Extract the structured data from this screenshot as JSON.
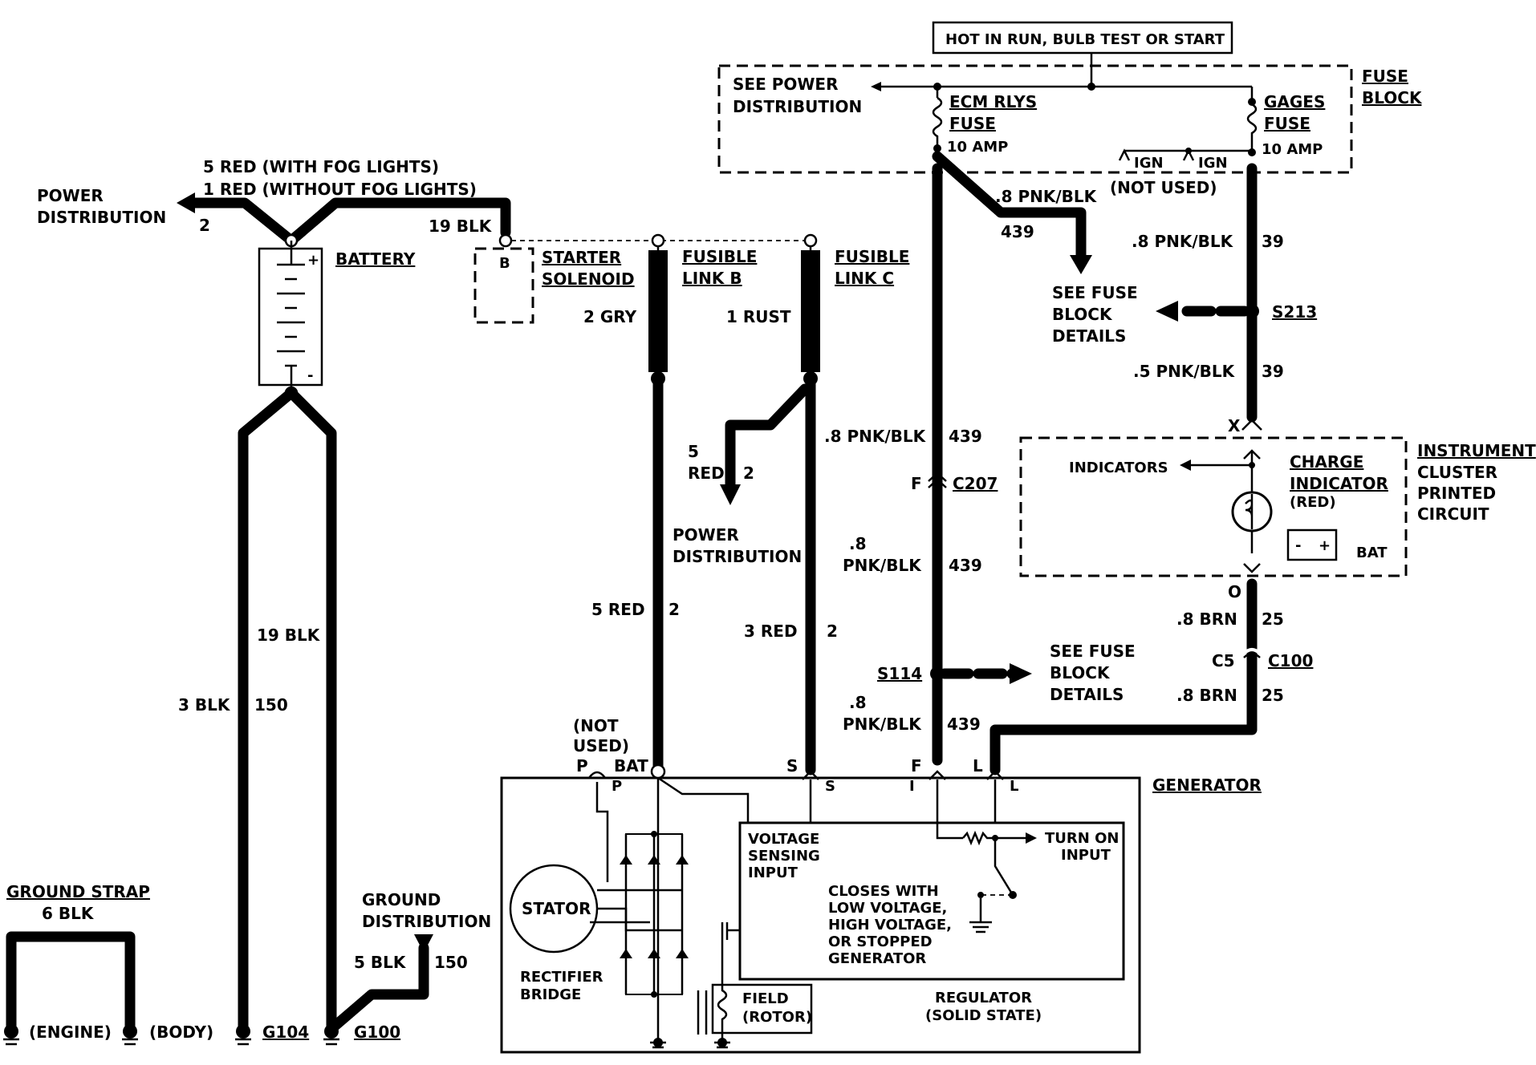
{
  "labels": {
    "hot_in_run": "HOT IN RUN, BULB TEST OR START",
    "see_power_1": "SEE POWER",
    "see_power_2": "DISTRIBUTION",
    "ecm_1": "ECM RLYS",
    "ecm_2": "FUSE",
    "ecm_amp": "10 AMP",
    "gages_1": "GAGES",
    "gages_2": "FUSE",
    "gages_amp": "10 AMP",
    "ign_1": "IGN",
    "ign_2": "IGN",
    "not_used_fuse": "(NOT USED)",
    "fuse_block_1": "FUSE",
    "fuse_block_2": "BLOCK",
    "w_5red_fog": "5 RED  (WITH FOG LIGHTS)",
    "w_1red_nofog": "1 RED  (WITHOUT FOG LIGHTS)",
    "power_dist_left_1": "POWER",
    "power_dist_left_2": "DISTRIBUTION",
    "circuit_2_left": "2",
    "w_19blk_top": "19 BLK",
    "battery": "BATTERY",
    "starter_b": "B",
    "starter_1": "STARTER",
    "starter_2": "SOLENOID",
    "fusible_b_1": "FUSIBLE",
    "fusible_b_2": "LINK B",
    "fusible_c_1": "FUSIBLE",
    "fusible_c_2": "LINK C",
    "w_2gry": "2 GRY",
    "w_1rust": "1 RUST",
    "w_pnk_439_top": ".8 PNK/BLK",
    "c439_top": "439",
    "w_pnk_39_top": ".8 PNK/BLK",
    "c39_top": "39",
    "see_fuse_top_1": "SEE FUSE",
    "see_fuse_top_2": "BLOCK",
    "see_fuse_top_3": "DETAILS",
    "s213": "S213",
    "w_5pnk_39": ".5 PNK/BLK",
    "c39_mid": "39",
    "x_pin": "X",
    "indicators": "INDICATORS",
    "charge_1": "CHARGE",
    "charge_2": "INDICATOR",
    "charge_3": "(RED)",
    "bat_small": "BAT",
    "ic_1": "INSTRUMENT",
    "ic_2": "CLUSTER",
    "ic_3": "PRINTED",
    "ic_4": "CIRCUIT",
    "o_pin": "O",
    "w_8brn_a": ".8 BRN",
    "c25_a": "25",
    "c5": "C5",
    "c100_conn": "C100",
    "w_8brn_b": ".8 BRN",
    "c25_b": "25",
    "w_pnk_c": ".8 PNK/BLK",
    "c439_c": "439",
    "f_c207": "F",
    "c207": "C207",
    "w8_a": ".8",
    "w_pnk_d": "PNK/BLK",
    "c439_d": "439",
    "s114": "S114",
    "see_fuse_bot_1": "SEE FUSE",
    "see_fuse_bot_2": "BLOCK",
    "see_fuse_bot_3": "DETAILS",
    "w8_b": ".8",
    "w_pnk_e": "PNK/BLK",
    "c439_e": "439",
    "red5_1": "5",
    "red5_2": "RED",
    "red5_c": "2",
    "power_dist_mid_1": "POWER",
    "power_dist_mid_2": "DISTRIBUTION",
    "w_5red": "5 RED",
    "c2_a": "2",
    "w_3red": "3 RED",
    "c2_b": "2",
    "w_19blk": "19 BLK",
    "w_3blk": "3 BLK",
    "c150": "150",
    "not_used_p_1": "(NOT",
    "not_used_p_2": "USED)",
    "pin_p": "P",
    "pin_bat": "BAT",
    "pin_s": "S",
    "pin_f": "F",
    "pin_l": "L",
    "in_p": "P",
    "in_s": "S",
    "in_i": "I",
    "in_l": "L",
    "generator": "GENERATOR",
    "vs_1": "VOLTAGE",
    "vs_2": "SENSING",
    "vs_3": "INPUT",
    "turn_on_1": "TURN ON",
    "turn_on_2": "INPUT",
    "closes_1": "CLOSES WITH",
    "closes_2": "LOW VOLTAGE,",
    "closes_3": "HIGH VOLTAGE,",
    "closes_4": "OR STOPPED",
    "closes_5": "GENERATOR",
    "stator": "STATOR",
    "rect_1": "RECTIFIER",
    "rect_2": "BRIDGE",
    "field_1": "FIELD",
    "field_2": "(ROTOR)",
    "reg_1": "REGULATOR",
    "reg_2": "(SOLID STATE)",
    "ground_strap": "GROUND STRAP",
    "w_6blk": "6 BLK",
    "engine": "(ENGINE)",
    "body": "(BODY)",
    "g104": "G104",
    "g100": "G100",
    "ground_dist_1": "GROUND",
    "ground_dist_2": "DISTRIBUTION",
    "w_5blk": "5 BLK",
    "c150_b": "150"
  }
}
